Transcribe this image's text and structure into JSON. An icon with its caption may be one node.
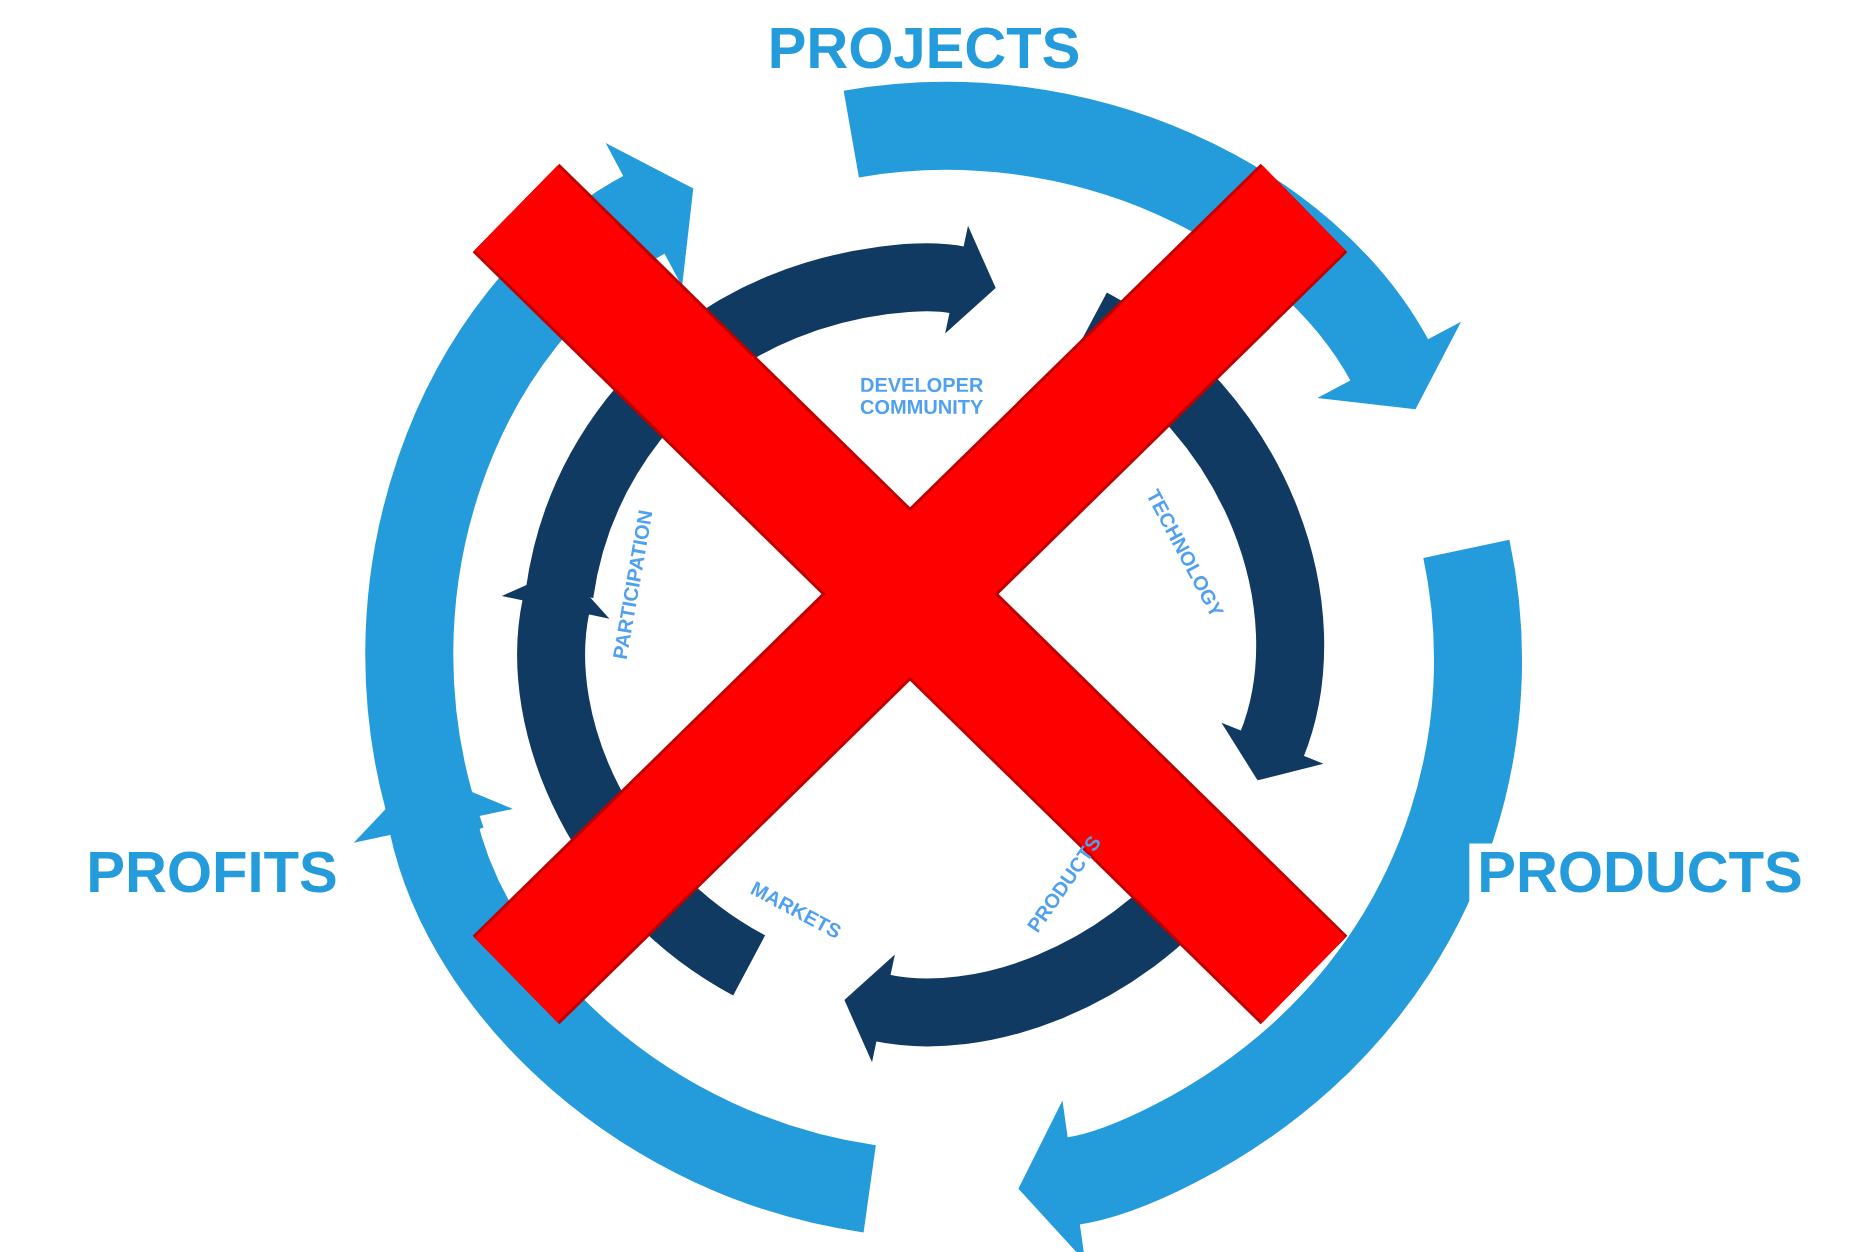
{
  "diagram": {
    "labels": [
      "PROJECTS",
      "PROFITS",
      "PRODUCTS",
      "DEVELOPER COMMUNITY",
      "TECHNOLOGY",
      "PRODUCTS",
      "MARKETS",
      "PARTICIPATION"
    ]
  }
}
